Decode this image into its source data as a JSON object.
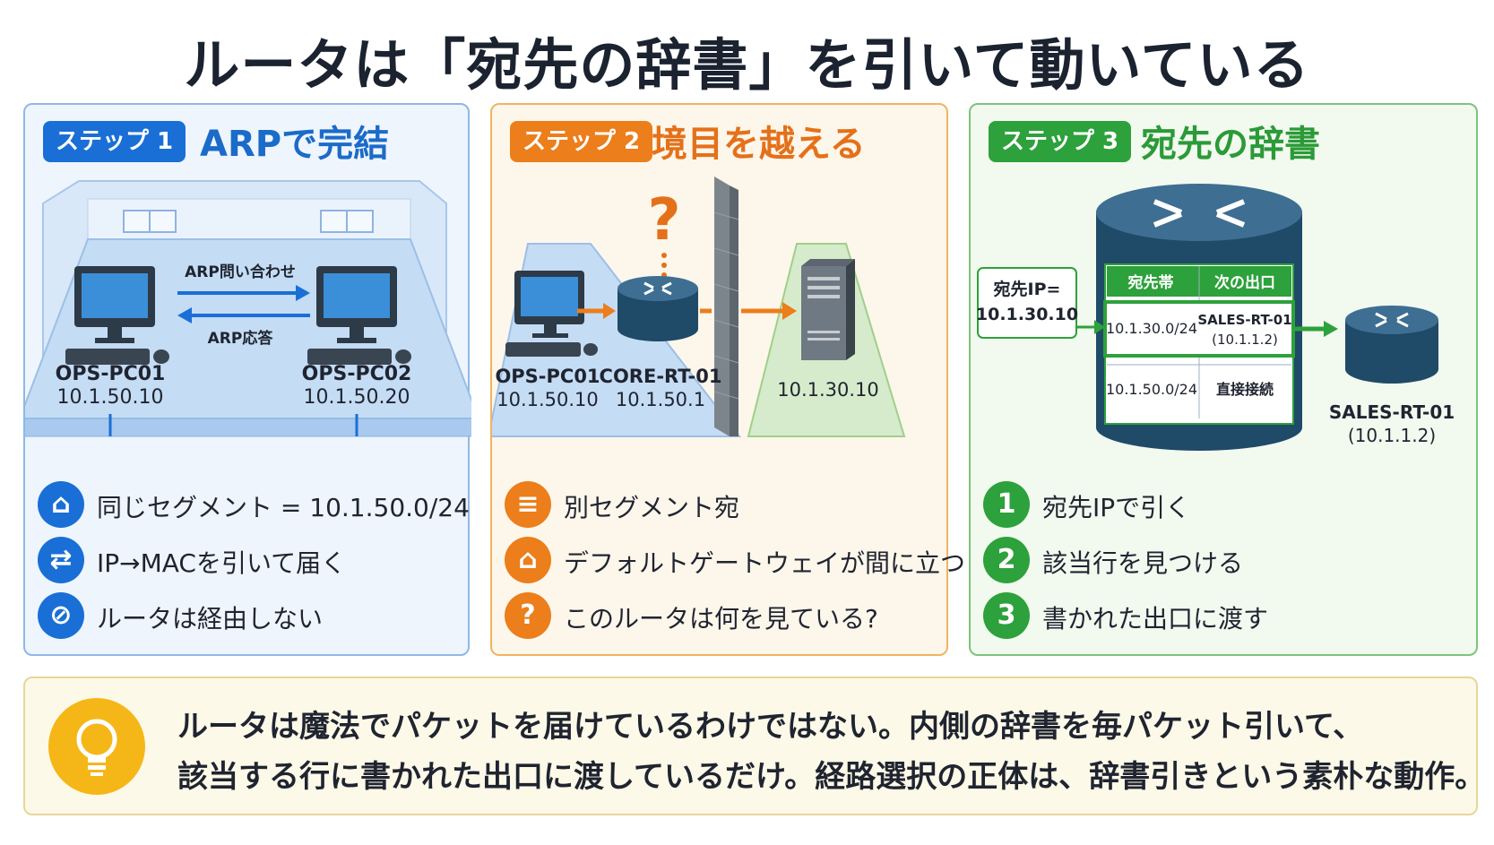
{
  "title": "ルータは「宛先の辞書」を引いて動いている",
  "steps": [
    {
      "badge": "ステップ 1",
      "heading": "ARPで完結",
      "pc1_name": "OPS-PC01",
      "pc1_ip": "10.1.50.10",
      "pc2_name": "OPS-PC02",
      "pc2_ip": "10.1.50.20",
      "arp_request": "ARP問い合わせ",
      "arp_reply": "ARP応答",
      "items": [
        "同じセグメント = 10.1.50.0/24",
        "IP→MACを引いて届く",
        "ルータは経由しない"
      ],
      "item_icons": [
        "home-icon",
        "swap-icon",
        "prohibited-icon"
      ]
    },
    {
      "badge": "ステップ 2",
      "heading": "境目を越える",
      "question_mark": "?",
      "pc_name": "OPS-PC01",
      "pc_ip": "10.1.50.10",
      "router_name": "CORE-RT-01",
      "router_ip": "10.1.50.1",
      "server_ip": "10.1.30.10",
      "items": [
        "別セグメント宛",
        "デフォルトゲートウェイが間に立つ",
        "このルータは何を見ている?"
      ],
      "item_icons": [
        "document-icon",
        "gateway-icon",
        "question-icon"
      ]
    },
    {
      "badge": "ステップ 3",
      "heading": "宛先の辞書",
      "dest_label_line1": "宛先IP=",
      "dest_label_line2": "10.1.30.10",
      "table_headers": [
        "宛先帯",
        "次の出口"
      ],
      "table_rows": [
        {
          "prefix": "10.1.30.0/24",
          "next_hop_line1": "SALES-RT-01",
          "next_hop_line2": "(10.1.1.2)"
        },
        {
          "prefix": "10.1.50.0/24",
          "next_hop_line1": "直接接続",
          "next_hop_line2": ""
        }
      ],
      "next_router_name": "SALES-RT-01",
      "next_router_ip": "(10.1.1.2)",
      "items": [
        "宛先IPで引く",
        "該当行を見つける",
        "書かれた出口に渡す"
      ],
      "item_numbers": [
        "1",
        "2",
        "3"
      ]
    }
  ],
  "footer": {
    "line1": "ルータは魔法でパケットを届けているわけではない。内側の辞書を毎パケット引いて、",
    "line2": "該当する行に書かれた出口に渡しているだけ。経路選択の正体は、辞書引きという素朴な動作。",
    "icon": "lightbulb-icon"
  },
  "colors": {
    "step1": "#1a6fd6",
    "step2": "#ec7e1b",
    "step3": "#2da13b",
    "router": "#1f4a68",
    "footer_bulb": "#f5b718"
  }
}
